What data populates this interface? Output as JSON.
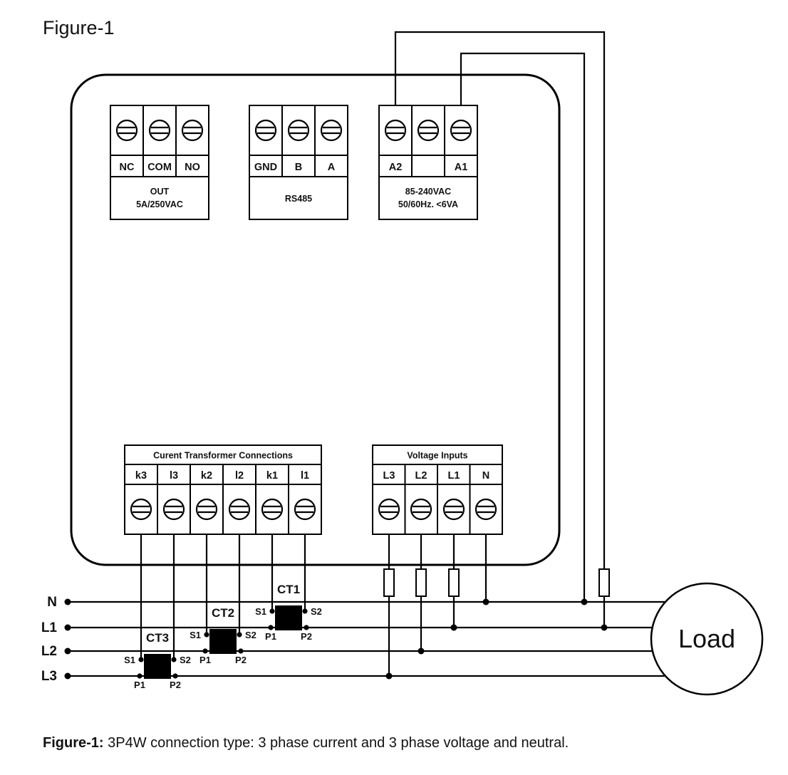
{
  "figure": {
    "title": "Figure-1"
  },
  "caption": {
    "bold": "Figure-1:",
    "text": " 3P4W connection type: 3 phase current and 3 phase voltage and neutral."
  },
  "device": {
    "relay_block": {
      "terminals": [
        "NC",
        "COM",
        "NO"
      ],
      "caption_line1": "OUT",
      "caption_line2": "5A/250VAC"
    },
    "rs485_block": {
      "terminals": [
        "GND",
        "B",
        "A"
      ],
      "caption": "RS485"
    },
    "power_block": {
      "terminals": [
        "A2",
        "",
        "A1"
      ],
      "caption_line1": "85-240VAC",
      "caption_line2": "50/60Hz. <6VA"
    },
    "ct_block": {
      "header": "Curent Transformer Connections",
      "terminals": [
        "k3",
        "l3",
        "k2",
        "l2",
        "k1",
        "l1"
      ]
    },
    "voltage_block": {
      "header": "Voltage Inputs",
      "terminals": [
        "L3",
        "L2",
        "L1",
        "N"
      ]
    }
  },
  "phases": {
    "labels": [
      "N",
      "L1",
      "L2",
      "L3"
    ]
  },
  "transformers": [
    {
      "name": "CT1",
      "s1": "S1",
      "s2": "S2",
      "p1": "P1",
      "p2": "P2"
    },
    {
      "name": "CT2",
      "s1": "S1",
      "s2": "S2",
      "p1": "P1",
      "p2": "P2"
    },
    {
      "name": "CT3",
      "s1": "S1",
      "s2": "S2",
      "p1": "P1",
      "p2": "P2"
    }
  ],
  "load": {
    "label": "Load"
  },
  "colors": {
    "ink": "#111111",
    "line": "#000000",
    "background": "#ffffff"
  }
}
